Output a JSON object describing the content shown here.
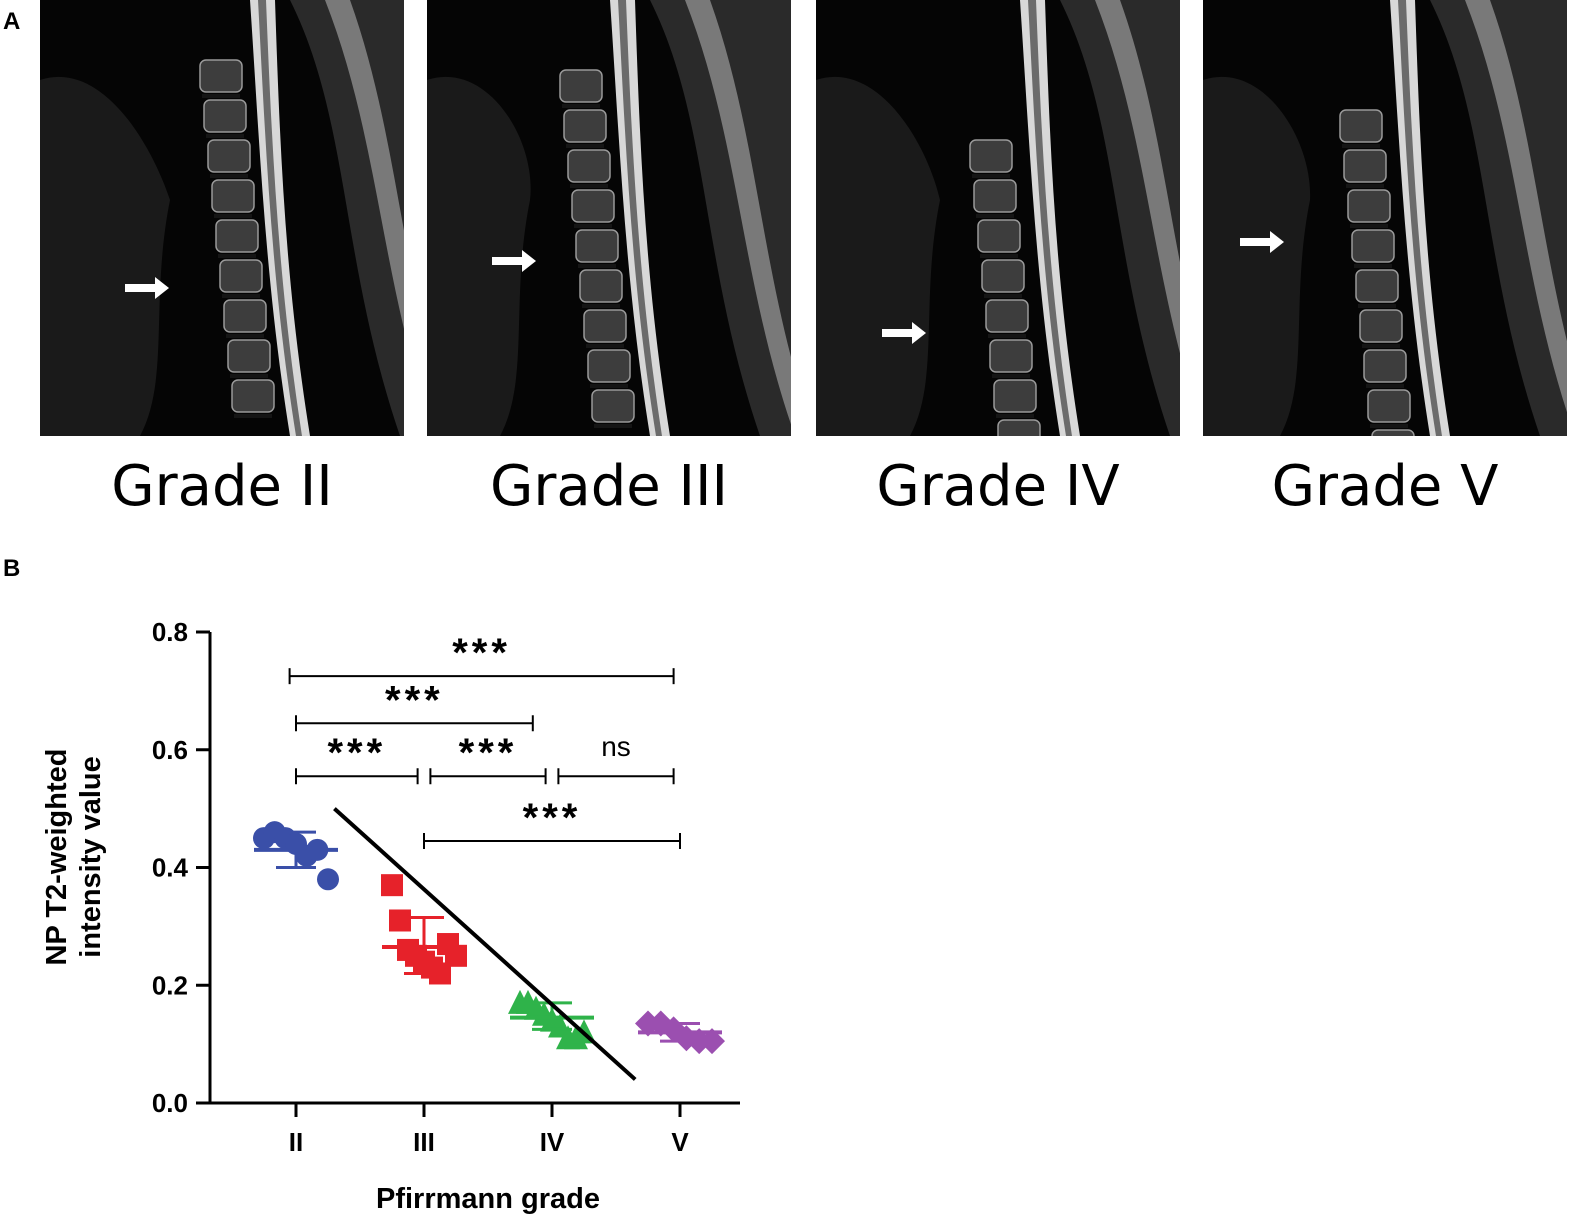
{
  "panels": {
    "a_label": "A",
    "b_label": "B"
  },
  "mri_images": [
    {
      "caption": "Grade II"
    },
    {
      "caption": "Grade III"
    },
    {
      "caption": "Grade IV"
    },
    {
      "caption": "Grade V"
    }
  ],
  "chart_data": {
    "type": "scatter",
    "xlabel": "Pfirrmann grade",
    "ylabel_lines": [
      "NP T2-weighted",
      "intensity value"
    ],
    "categories": [
      "II",
      "III",
      "IV",
      "V"
    ],
    "ylim": [
      0.0,
      0.8
    ],
    "yticks": [
      "0.0",
      "0.2",
      "0.4",
      "0.6",
      "0.8"
    ],
    "ytick_values": [
      0.0,
      0.2,
      0.4,
      0.6,
      0.8
    ],
    "series": [
      {
        "category": "II",
        "marker": "circle",
        "color": "#3a4fa8",
        "values": [
          0.45,
          0.46,
          0.45,
          0.44,
          0.42,
          0.43,
          0.38
        ],
        "mean": 0.43,
        "sd": [
          0.4,
          0.46
        ]
      },
      {
        "category": "III",
        "marker": "square",
        "color": "#e6222a",
        "values": [
          0.37,
          0.31,
          0.26,
          0.25,
          0.24,
          0.23,
          0.22,
          0.27,
          0.25
        ],
        "mean": 0.265,
        "sd": [
          0.22,
          0.315
        ]
      },
      {
        "category": "IV",
        "marker": "triangle",
        "color": "#2fb34a",
        "values": [
          0.17,
          0.17,
          0.16,
          0.15,
          0.14,
          0.13,
          0.11,
          0.11,
          0.12
        ],
        "mean": 0.145,
        "sd": [
          0.125,
          0.17
        ]
      },
      {
        "category": "V",
        "marker": "diamond",
        "color": "#9b4fb0",
        "values": [
          0.135,
          0.135,
          0.125,
          0.11,
          0.105,
          0.105
        ],
        "mean": 0.12,
        "sd": [
          0.105,
          0.135
        ]
      }
    ],
    "trend_line": {
      "x": [
        1.3,
        3.65
      ],
      "y": [
        0.5,
        0.04
      ]
    },
    "significance": [
      {
        "from": 0.95,
        "to": 3.95,
        "y": 0.725,
        "label": "***"
      },
      {
        "from": 1.0,
        "to": 2.85,
        "y": 0.645,
        "label": "***"
      },
      {
        "from": 1.0,
        "to": 1.95,
        "y": 0.555,
        "label": "***"
      },
      {
        "from": 2.05,
        "to": 2.95,
        "y": 0.555,
        "label": "***"
      },
      {
        "from": 3.05,
        "to": 3.95,
        "y": 0.555,
        "label": "ns"
      },
      {
        "from": 2.0,
        "to": 4.0,
        "y": 0.445,
        "label": "***"
      }
    ]
  }
}
